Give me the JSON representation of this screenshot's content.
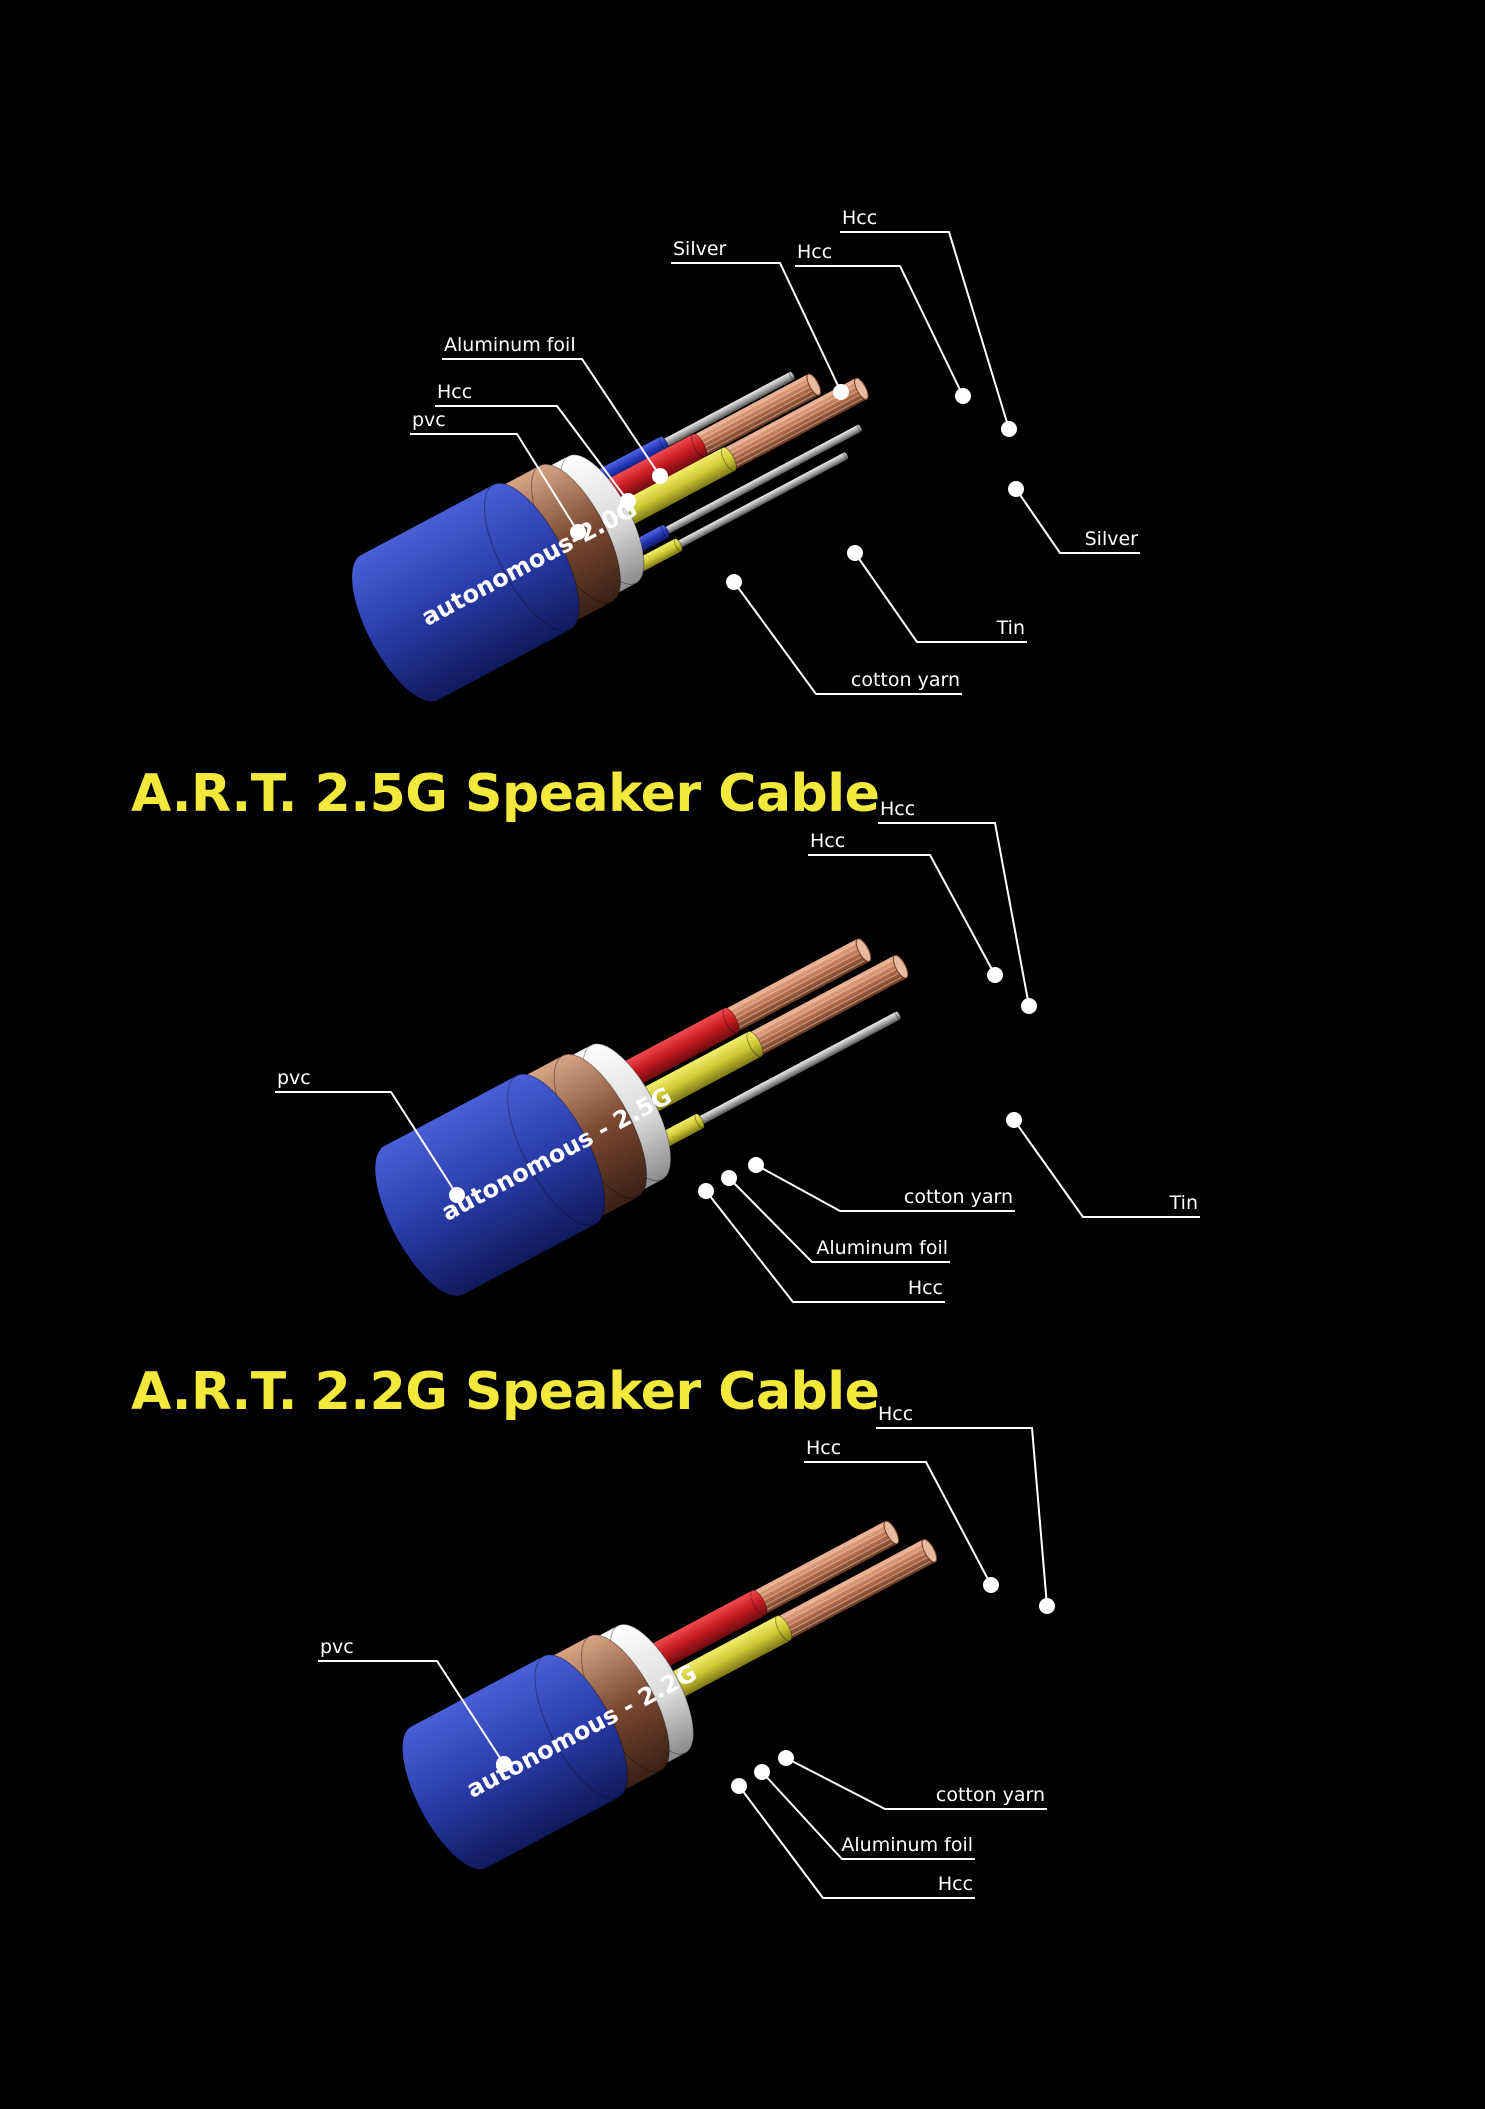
{
  "colors": {
    "background": "#000000",
    "title": "#f2e93c",
    "jacket": "#2b3fae",
    "copper": "#c98566",
    "red": "#c41a22",
    "yellow": "#d8d23a",
    "blue": "#2336b6",
    "silver": "#b8b8b8",
    "label": "#ffffff"
  },
  "sections": [
    {
      "title": "",
      "jacket_text": "autonomous-2.0G",
      "callouts": [
        {
          "label": "pvc"
        },
        {
          "label": "Hcc"
        },
        {
          "label": "Aluminum foil"
        },
        {
          "label": "Silver"
        },
        {
          "label": "Hcc"
        },
        {
          "label": "Hcc"
        },
        {
          "label": "Silver"
        },
        {
          "label": "Tin"
        },
        {
          "label": "cotton yarn"
        }
      ]
    },
    {
      "title": "A.R.T. 2.5G Speaker Cable",
      "jacket_text": "autonomous - 2.5G",
      "callouts": [
        {
          "label": "pvc"
        },
        {
          "label": "Hcc"
        },
        {
          "label": "Hcc"
        },
        {
          "label": "Tin"
        },
        {
          "label": "cotton yarn"
        },
        {
          "label": "Aluminum foil"
        },
        {
          "label": "Hcc"
        }
      ]
    },
    {
      "title": "A.R.T. 2.2G Speaker Cable",
      "jacket_text": "autonomous - 2.2G",
      "callouts": [
        {
          "label": "pvc"
        },
        {
          "label": "Hcc"
        },
        {
          "label": "Hcc"
        },
        {
          "label": "cotton yarn"
        },
        {
          "label": "Aluminum foil"
        },
        {
          "label": "Hcc"
        }
      ]
    }
  ]
}
